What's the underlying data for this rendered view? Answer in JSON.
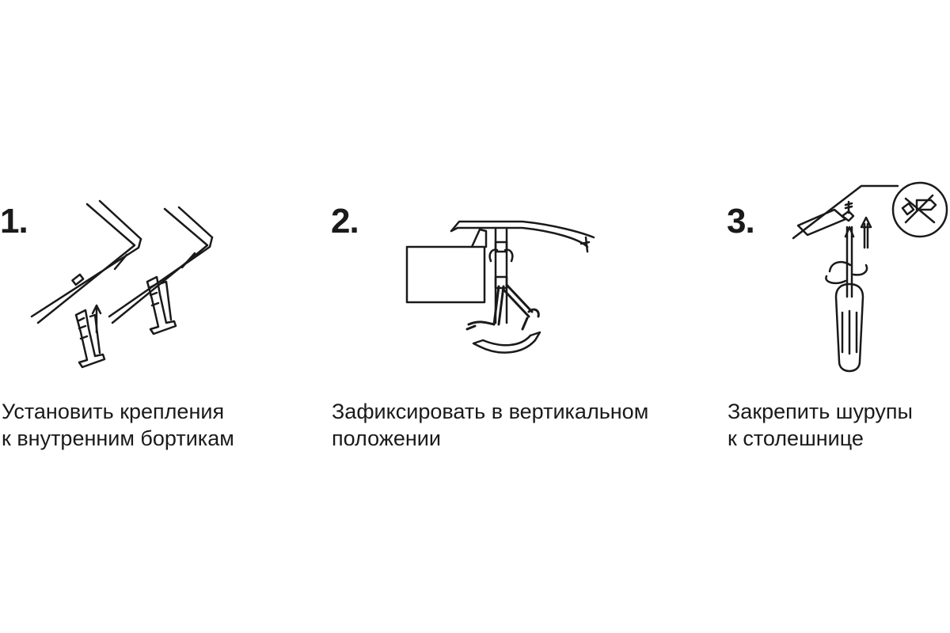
{
  "steps": [
    {
      "number": "1.",
      "caption_lines": [
        "Установить крепления",
        "к внутренним бортикам"
      ]
    },
    {
      "number": "2.",
      "caption_lines": [
        "Зафиксировать в вертикальном",
        "положении"
      ]
    },
    {
      "number": "3.",
      "caption_lines": [
        "Закрепить шурупы",
        "к столешнице"
      ]
    }
  ],
  "colors": {
    "ink": "#1a1a1a",
    "background": "#ffffff"
  },
  "icons": [
    "mounting-clip-icon",
    "arrow-up-icon",
    "rotation-arrow-icon",
    "screwdriver-icon",
    "screw-icon",
    "no-drill-icon"
  ]
}
